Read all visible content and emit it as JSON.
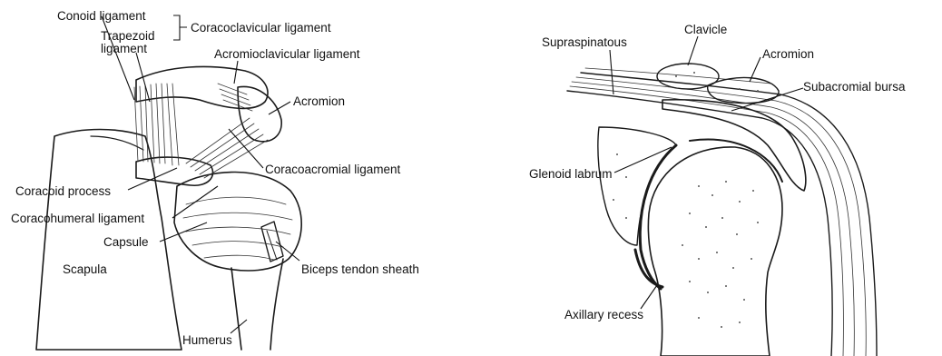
{
  "left_panel": {
    "labels": {
      "conoid": "Conoid ligament",
      "trapezoid_1": "Trapezoid",
      "trapezoid_2": "ligament",
      "coracoclavicular": "Coracoclavicular ligament",
      "acromioclavicular": "Acromioclavicular ligament",
      "acromion": "Acromion",
      "coracoacromial": "Coracoacromial ligament",
      "coracoid": "Coracoid process",
      "coracohumeral": "Coracohumeral ligament",
      "capsule": "Capsule",
      "scapula": "Scapula",
      "biceps": "Biceps tendon sheath",
      "humerus": "Humerus"
    }
  },
  "right_panel": {
    "labels": {
      "supraspinatous": "Supraspinatous",
      "clavicle": "Clavicle",
      "acromion": "Acromion",
      "subacromial": "Subacromial bursa",
      "glenoid": "Glenoid labrum",
      "axillary": "Axillary recess"
    }
  }
}
